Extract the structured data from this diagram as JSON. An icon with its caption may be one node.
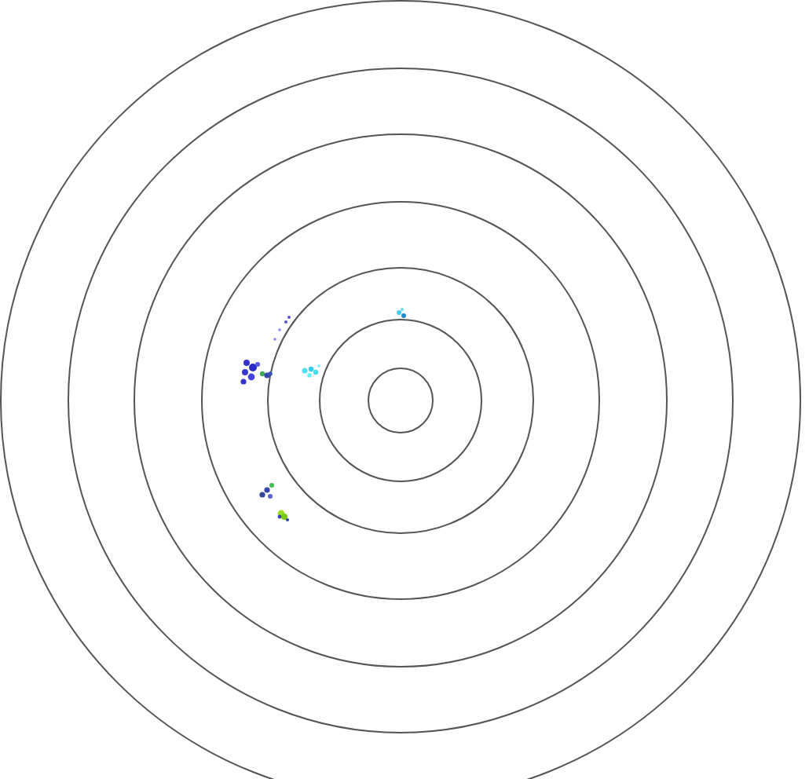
{
  "diagram": {
    "nodes": [
      {
        "text": [],
        "shape": "circle"
      },
      {
        "text": [],
        "shape": "circle",
        "in": 0
      },
      {
        "text": [],
        "shape": "circle",
        "in": 1
      },
      {
        "text": [],
        "shape": "circle",
        "in": 2
      },
      {
        "text": [],
        "shape": "circle",
        "in": 3
      },
      {
        "text": [],
        "shape": "circle",
        "in": 4
      },
      {
        "text": [],
        "shape": "circle",
        "in": 5
      }
    ]
  }
}
